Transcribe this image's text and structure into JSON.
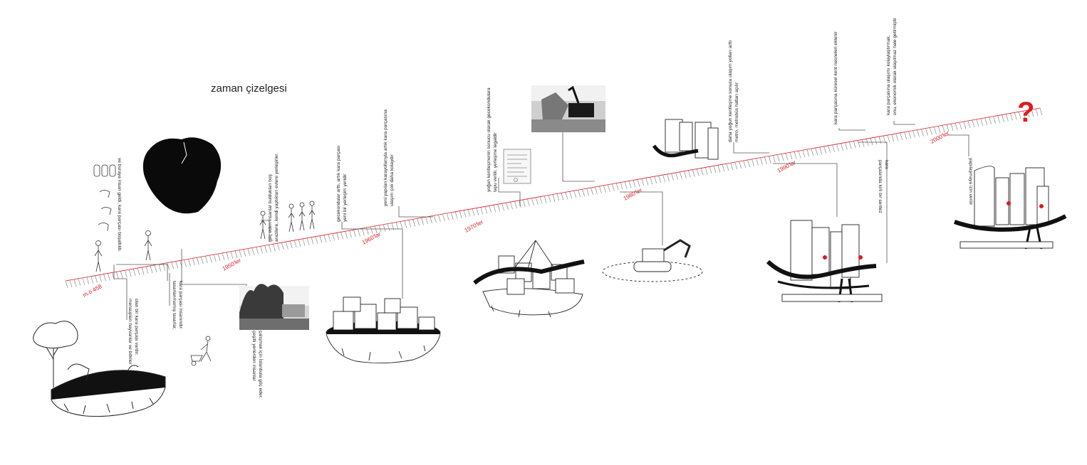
{
  "title": "zaman çizelgesi",
  "end_marker": "?",
  "colors": {
    "accent": "#e0191b",
    "ink": "#1a1a1a",
    "line": "#555555"
  },
  "eras": [
    {
      "label": "m.ö 458"
    },
    {
      "label": "1950'ler"
    },
    {
      "label": "1960'lar"
    },
    {
      "label": "1970'ler"
    },
    {
      "label": "1980'ler"
    },
    {
      "label": "1990'lar"
    },
    {
      "label": "2000'ler"
    }
  ],
  "annotations": [
    {
      "lines": [
        "mensupları hayvanlar ve bitkiler",
        "olan bir kara parçası vardır."
      ]
    },
    {
      "lines": [
        "ve buraya insan geldi, kara parçası boşaltıldı."
      ]
    },
    {
      "lines": [
        "tasarlanmamış tasarlar,",
        "kara parçası insanındır."
      ]
    },
    {
      "lines": [
        "çeşitli yerlerden insanlar",
        "çalışmak için İstanbula göç eder."
      ]
    },
    {
      "lines": [
        "göç eden insanlar buldukları boş",
        "arazilere, kendi yaptıkları evlere yerleşirler."
      ]
    },
    {
      "lines": [
        "gecekondular arttı, artık kara parçası",
        "yeni bir yerleşim yeridir"
      ]
    },
    {
      "lines": [
        "yeni yapılan karayollarıyla artık kara parçasına",
        "ulaşım çok daha kolaydır"
      ]
    },
    {
      "lines": [
        "yoğun kentleşmenin sonucu olarak gecekondulara",
        "tapu verilir, yerleşme legaldir"
      ]
    },
    {
      "lines": [
        "daha yoğun kentleşme sonucu ulaşım yolları arttı",
        "metro, metrobüs hatları açılır"
      ]
    },
    {
      "lines": [
        "kara parçasına küresel kent nesneleri eklenir"
      ]
    },
    {
      "lines": [
        "kara",
        "parçasında kirli bir sentez"
      ]
    },
    {
      "lines": [
        "kara parçasına ulaşımı kolaylaştırmak,",
        "onu, ekonomik olarak ulaşılmaz hale getirmiştir"
      ]
    },
    {
      "lines": [
        "yapılaşmaya izin verilir"
      ]
    }
  ],
  "illustrations": [
    {
      "icon": "nature-island-icon"
    },
    {
      "icon": "animals-icon"
    },
    {
      "icon": "human-figure-icon"
    },
    {
      "icon": "istanbul-map-icon"
    },
    {
      "icon": "wheelbarrow-worker-icon"
    },
    {
      "icon": "photo-settlement-icon"
    },
    {
      "icon": "migrants-icon"
    },
    {
      "icon": "gecekondu-island-icon"
    },
    {
      "icon": "road-houses-island-icon"
    },
    {
      "icon": "deed-document-icon"
    },
    {
      "icon": "demolition-photo-icon"
    },
    {
      "icon": "excavator-icon"
    },
    {
      "icon": "highrise-road-icon"
    },
    {
      "icon": "towers-metro-island-icon"
    },
    {
      "icon": "global-city-island-icon"
    }
  ]
}
